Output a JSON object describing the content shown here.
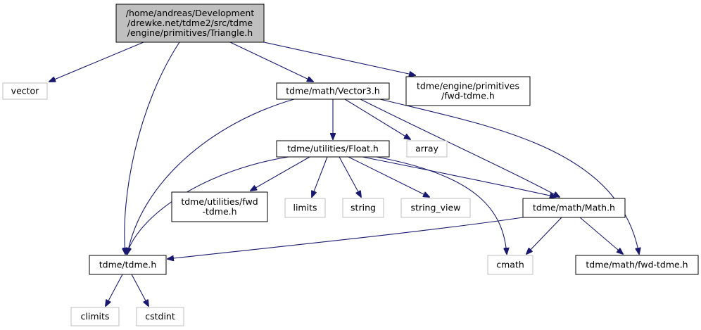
{
  "colors": {
    "edge": "#191970",
    "root_fill": "#bfbfbf",
    "root_border": "#000000",
    "node_border": "#000000",
    "system_border": "#bfbfbf",
    "text": "#000000"
  },
  "nodes": [
    {
      "id": "triangle",
      "kind": "root",
      "lines": [
        "/home/andreas/Development",
        "/drewke.net/tdme2/src/tdme",
        "/engine/primitives/Triangle.h"
      ]
    },
    {
      "id": "vector",
      "kind": "system",
      "lines": [
        "vector"
      ]
    },
    {
      "id": "tdme_h",
      "kind": "header",
      "lines": [
        "tdme/tdme.h"
      ]
    },
    {
      "id": "vector3",
      "kind": "header",
      "lines": [
        "tdme/math/Vector3.h"
      ]
    },
    {
      "id": "fwd_primitives",
      "kind": "header",
      "lines": [
        "tdme/engine/primitives",
        "/fwd-tdme.h"
      ]
    },
    {
      "id": "climits",
      "kind": "system",
      "lines": [
        "climits"
      ]
    },
    {
      "id": "cstdint",
      "kind": "system",
      "lines": [
        "cstdint"
      ]
    },
    {
      "id": "float",
      "kind": "header",
      "lines": [
        "tdme/utilities/Float.h"
      ]
    },
    {
      "id": "array",
      "kind": "system",
      "lines": [
        "array"
      ]
    },
    {
      "id": "math",
      "kind": "header",
      "lines": [
        "tdme/math/Math.h"
      ]
    },
    {
      "id": "fwd_math",
      "kind": "header",
      "lines": [
        "tdme/math/fwd-tdme.h"
      ]
    },
    {
      "id": "fwd_utilities",
      "kind": "header",
      "lines": [
        "tdme/utilities/fwd",
        "-tdme.h"
      ]
    },
    {
      "id": "limits",
      "kind": "system",
      "lines": [
        "limits"
      ]
    },
    {
      "id": "string",
      "kind": "system",
      "lines": [
        "string"
      ]
    },
    {
      "id": "string_view",
      "kind": "system",
      "lines": [
        "string_view"
      ]
    },
    {
      "id": "cmath",
      "kind": "system",
      "lines": [
        "cmath"
      ]
    }
  ],
  "edges": [
    {
      "from": "triangle",
      "to": "vector"
    },
    {
      "from": "triangle",
      "to": "tdme_h"
    },
    {
      "from": "triangle",
      "to": "vector3"
    },
    {
      "from": "triangle",
      "to": "fwd_primitives"
    },
    {
      "from": "tdme_h",
      "to": "climits"
    },
    {
      "from": "tdme_h",
      "to": "cstdint"
    },
    {
      "from": "vector3",
      "to": "tdme_h"
    },
    {
      "from": "vector3",
      "to": "float"
    },
    {
      "from": "vector3",
      "to": "array"
    },
    {
      "from": "vector3",
      "to": "math"
    },
    {
      "from": "vector3",
      "to": "fwd_math"
    },
    {
      "from": "float",
      "to": "tdme_h"
    },
    {
      "from": "float",
      "to": "fwd_utilities"
    },
    {
      "from": "float",
      "to": "limits"
    },
    {
      "from": "float",
      "to": "string"
    },
    {
      "from": "float",
      "to": "string_view"
    },
    {
      "from": "float",
      "to": "math"
    },
    {
      "from": "float",
      "to": "cmath"
    },
    {
      "from": "math",
      "to": "tdme_h"
    },
    {
      "from": "math",
      "to": "cmath"
    },
    {
      "from": "math",
      "to": "fwd_math"
    }
  ]
}
